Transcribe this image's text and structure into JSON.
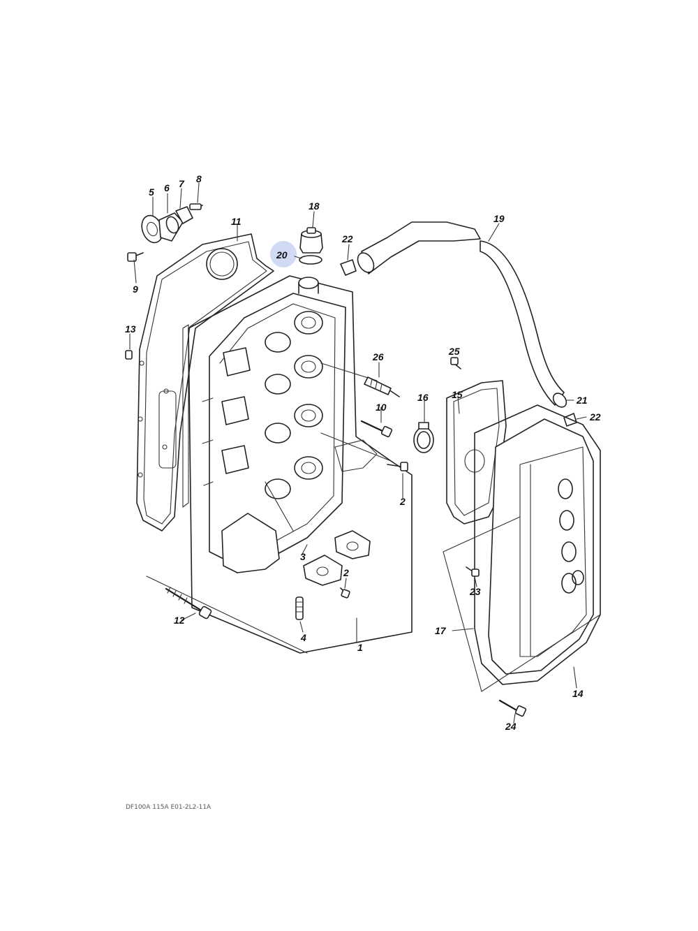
{
  "highlighted_callout": "20",
  "callouts": [
    {
      "id": "c1",
      "label": "1"
    },
    {
      "id": "c2a",
      "label": "2"
    },
    {
      "id": "c2b",
      "label": "2"
    },
    {
      "id": "c3",
      "label": "3"
    },
    {
      "id": "c4",
      "label": "4"
    },
    {
      "id": "c5",
      "label": "5"
    },
    {
      "id": "c6",
      "label": "6"
    },
    {
      "id": "c7",
      "label": "7"
    },
    {
      "id": "c8",
      "label": "8"
    },
    {
      "id": "c9",
      "label": "9"
    },
    {
      "id": "c10",
      "label": "10"
    },
    {
      "id": "c11",
      "label": "11"
    },
    {
      "id": "c12",
      "label": "12"
    },
    {
      "id": "c13",
      "label": "13"
    },
    {
      "id": "c14",
      "label": "14"
    },
    {
      "id": "c15",
      "label": "15"
    },
    {
      "id": "c16",
      "label": "16"
    },
    {
      "id": "c17",
      "label": "17"
    },
    {
      "id": "c18",
      "label": "18"
    },
    {
      "id": "c19",
      "label": "19"
    },
    {
      "id": "c20",
      "label": "20"
    },
    {
      "id": "c21",
      "label": "21"
    },
    {
      "id": "c22a",
      "label": "22"
    },
    {
      "id": "c22b",
      "label": "22"
    },
    {
      "id": "c23",
      "label": "23"
    },
    {
      "id": "c24",
      "label": "24"
    },
    {
      "id": "c25",
      "label": "25"
    },
    {
      "id": "c26",
      "label": "26"
    }
  ],
  "footer_code": "DF100A 115A E01-2L2-11A"
}
